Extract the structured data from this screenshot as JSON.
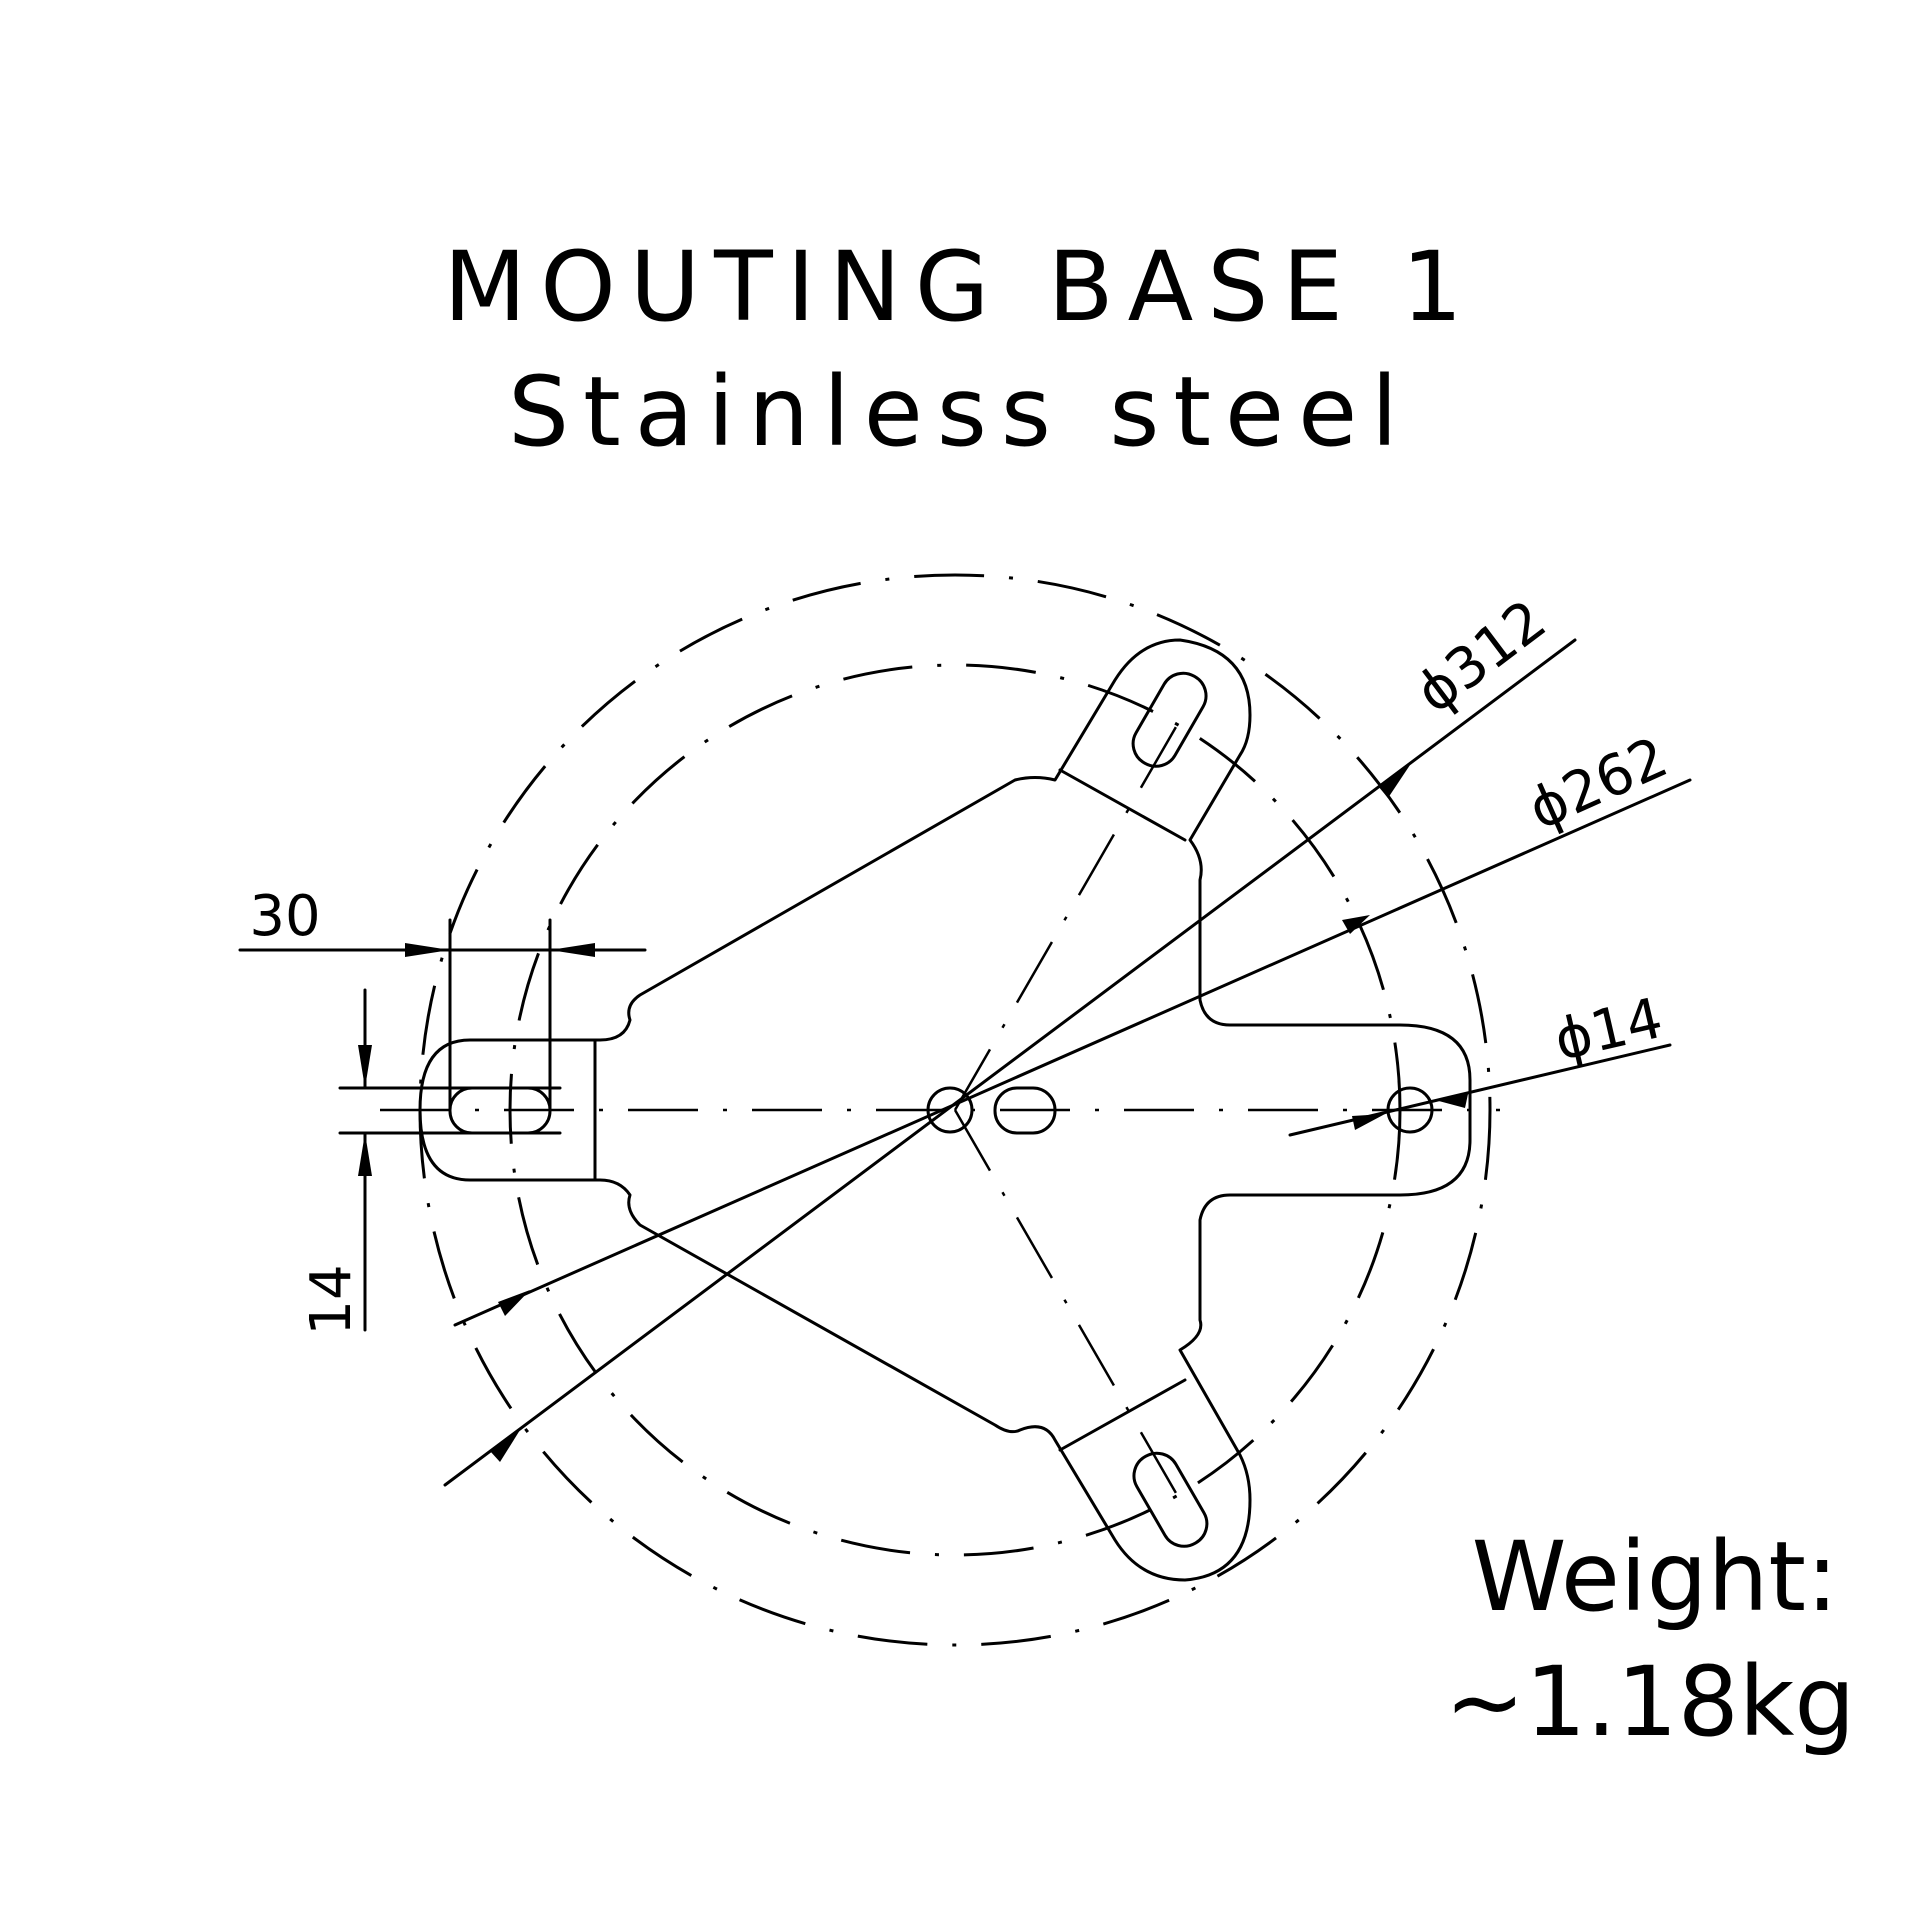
{
  "title": "MOUTING BASE 1",
  "material": "Stainless steel",
  "dimensions": {
    "outer_circle": "ϕ312",
    "inner_circle": "ϕ262",
    "hole": "ϕ14",
    "slot_width": "30",
    "slot_height": "14"
  },
  "weight": {
    "label": "Weight:",
    "value": "~1.18kg"
  }
}
